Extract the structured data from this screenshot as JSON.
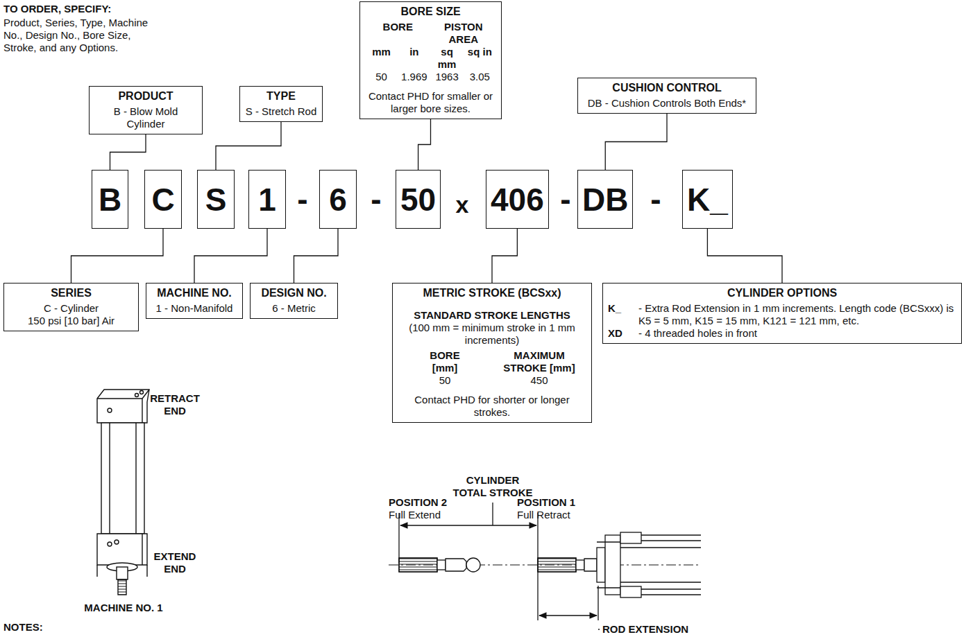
{
  "diagram": {
    "nodes": [
      {
        "text": [
          "PRODUCT",
          "B - Blow Mold Cylinder"
        ]
      },
      {
        "text": [
          "TYPE",
          "S - Stretch Rod"
        ]
      },
      {
        "text": [
          "BORE SIZE",
          "BORE",
          "PISTON AREA",
          "mm",
          "in",
          "sq mm",
          "sq in",
          "50",
          "1.969",
          "1963",
          "3.05",
          "Contact PHD for smaller or larger bore sizes."
        ]
      },
      {
        "text": [
          "CUSHION CONTROL",
          "DB - Cushion Controls Both Ends*"
        ]
      },
      {
        "text": [
          "B"
        ]
      },
      {
        "text": [
          "C"
        ]
      },
      {
        "text": [
          "S"
        ]
      },
      {
        "text": [
          "1"
        ]
      },
      {
        "text": [
          "6"
        ]
      },
      {
        "text": [
          "50"
        ]
      },
      {
        "text": [
          "406"
        ]
      },
      {
        "text": [
          "DB"
        ]
      },
      {
        "text": [
          "K_"
        ]
      },
      {
        "text": [
          "SERIES",
          "C - Cylinder",
          "150 psi [10 bar] Air"
        ]
      },
      {
        "text": [
          "MACHINE NO.",
          "1 - Non-Manifold"
        ]
      },
      {
        "text": [
          "DESIGN NO.",
          "6 - Metric"
        ]
      },
      {
        "text": [
          "METRIC STROKE (BCSxx)",
          "STANDARD STROKE LENGTHS",
          "(100 mm = minimum stroke in 1 mm increments)",
          "BORE",
          "MAXIMUM",
          "[mm]",
          "STROKE [mm]",
          "50",
          "450",
          "Contact PHD for shorter or longer strokes."
        ]
      },
      {
        "text": [
          "CYLINDER OPTIONS",
          "K_",
          "- Extra Rod Extension in 1 mm increments. Length code (BCSxxx) is K5 = 5 mm, K15 = 15 mm, K121 = 121 mm, etc.",
          "XD",
          "- 4 threaded holes in front"
        ]
      }
    ],
    "edges": [
      {
        "from": 0,
        "to": 4,
        "arrow": "none"
      },
      {
        "from": 1,
        "to": 6,
        "arrow": "none"
      },
      {
        "from": 2,
        "to": 9,
        "arrow": "none"
      },
      {
        "from": 3,
        "to": 11,
        "arrow": "none"
      },
      {
        "from": 13,
        "to": 5,
        "arrow": "none"
      },
      {
        "from": 14,
        "to": 7,
        "arrow": "none"
      },
      {
        "from": 15,
        "to": 8,
        "arrow": "none"
      },
      {
        "from": 16,
        "to": 10,
        "arrow": "none"
      },
      {
        "from": 17,
        "to": 12,
        "arrow": "none"
      }
    ],
    "labels": [
      "TO ORDER, SPECIFY:",
      "Product, Series, Type, Machine No., Design No., Bore Size, Stroke, and any Options.",
      "-",
      "-",
      "x",
      "-",
      "-",
      "RETRACT END",
      "EXTEND END",
      "MACHINE NO. 1",
      "CYLINDER TOTAL STROKE",
      "POSITION 2",
      "Full Extend",
      "POSITION 1",
      "Full Retract",
      "ROD EXTENSION",
      "NOTES:"
    ]
  }
}
